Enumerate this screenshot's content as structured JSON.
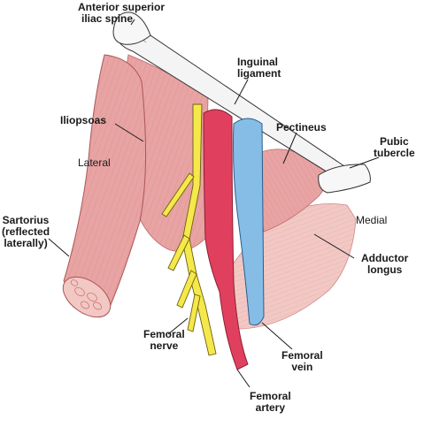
{
  "labels": {
    "anterior_superior_iliac_spine": [
      "Anterior superior",
      "iliac spine"
    ],
    "inguinal_ligament": [
      "Inguinal",
      "ligament"
    ],
    "iliopsoas": "Iliopsoas",
    "pectineus": "Pectineus",
    "pubic_tubercle": [
      "Pubic",
      "tubercle"
    ],
    "lateral": "Lateral",
    "medial": "Medial",
    "sartorius": [
      "Sartorius",
      "(reflected",
      "laterally)"
    ],
    "adductor_longus": [
      "Adductor",
      "longus"
    ],
    "femoral_nerve": [
      "Femoral",
      "nerve"
    ],
    "femoral_vein": [
      "Femoral",
      "vein"
    ],
    "femoral_artery": [
      "Femoral",
      "artery"
    ]
  },
  "colors": {
    "muscle": "#e8a3a3",
    "muscle_light": "#f2c8c4",
    "artery": "#e0405e",
    "vein": "#86bde6",
    "nerve": "#f5e84a",
    "outline": "#333333"
  }
}
